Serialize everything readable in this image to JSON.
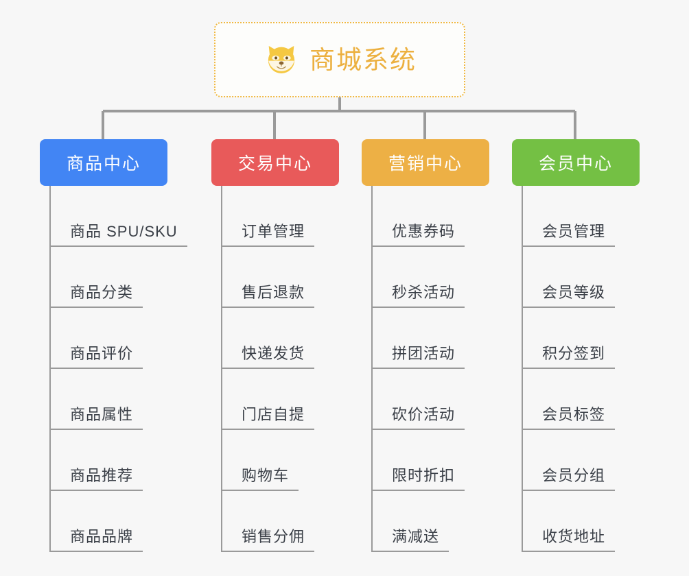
{
  "page": {
    "background_color": "#f7f7f7",
    "line_color": "#9a9a9a",
    "diagram_type": "organization-tree"
  },
  "root": {
    "title": "商城系统",
    "icon": "shiba-dog-face-icon",
    "text_color": "#ecb03f",
    "border_color": "#f0b840",
    "background_color": "#fdfdfb"
  },
  "branches": [
    {
      "id": "product-center",
      "label": "商品中心",
      "color": "#4285f4",
      "items": [
        "商品 SPU/SKU",
        "商品分类",
        "商品评价",
        "商品属性",
        "商品推荐",
        "商品品牌"
      ]
    },
    {
      "id": "trade-center",
      "label": "交易中心",
      "color": "#e85a5a",
      "items": [
        "订单管理",
        "售后退款",
        "快递发货",
        "门店自提",
        "购物车",
        "销售分佣"
      ]
    },
    {
      "id": "marketing-center",
      "label": "营销中心",
      "color": "#edb045",
      "items": [
        "优惠券码",
        "秒杀活动",
        "拼团活动",
        "砍价活动",
        "限时折扣",
        "满减送"
      ]
    },
    {
      "id": "member-center",
      "label": "会员中心",
      "color": "#74c044",
      "items": [
        "会员管理",
        "会员等级",
        "积分签到",
        "会员标签",
        "会员分组",
        "收货地址"
      ]
    }
  ]
}
